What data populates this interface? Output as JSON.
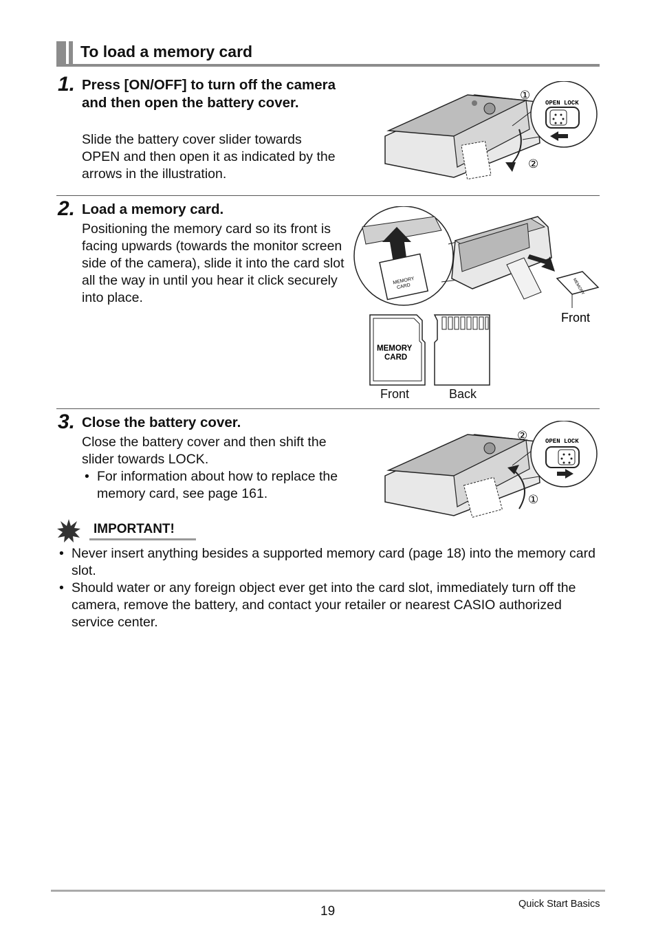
{
  "section": {
    "title": "To load a memory card"
  },
  "steps": [
    {
      "number": "1.",
      "heading": "Press [ON/OFF] to turn off the camera and then open the battery cover.",
      "body": "Slide the battery cover slider towards OPEN and then open it as indicated by the arrows in the illustration."
    },
    {
      "number": "2.",
      "heading": "Load a memory card.",
      "body": "Positioning the memory card so its front is facing upwards (towards the monitor screen side of the camera), slide it into the card slot all the way in until you hear it click securely into place."
    },
    {
      "number": "3.",
      "heading": "Close the battery cover.",
      "body": "Close the battery cover and then shift the slider towards LOCK.",
      "bullet": "For information about how to replace the memory card, see page 161."
    }
  ],
  "figures": {
    "slider_label": "OPEN LOCK",
    "callout_1": "①",
    "callout_2": "②",
    "card_front_label": "Front",
    "card_back_label": "Back",
    "card_callout_front": "Front",
    "card_text": "MEMORY CARD"
  },
  "important": {
    "label": "IMPORTANT!",
    "bullets": [
      "Never insert anything besides a supported memory card (page 18) into the memory card slot.",
      "Should water or any foreign object ever get into the card slot, immediately turn off the camera, remove the battery, and contact your retailer or nearest CASIO authorized service center."
    ]
  },
  "footer": {
    "page_number": "19",
    "section_name": "Quick Start Basics"
  }
}
